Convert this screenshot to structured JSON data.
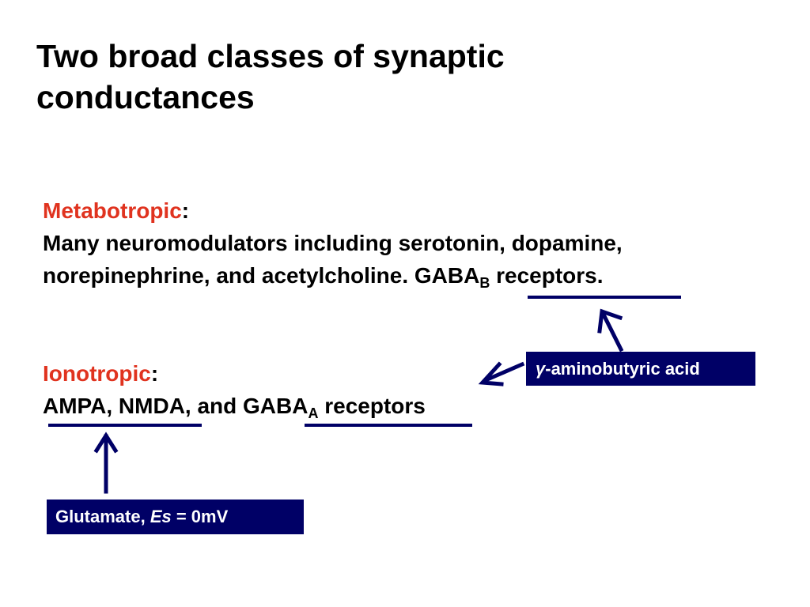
{
  "title": "Two broad classes of synaptic conductances",
  "metabotropic": {
    "heading": "Metabotropic",
    "colon": ":",
    "line1": "Many neuromodulators including serotonin, dopamine,",
    "line2_prefix": "norepinephrine, and acetylcholine. GABA",
    "line2_sub": "B",
    "line2_suffix": " receptors."
  },
  "ionotropic": {
    "heading": "Ionotropic",
    "colon": ":",
    "line_prefix": "AMPA, NMDA, and GABA",
    "line_sub": "A",
    "line_suffix": " receptors"
  },
  "callouts": {
    "gaba": {
      "symbol": "γ",
      "text": "-aminobutyric acid"
    },
    "glutamate": {
      "prefix": "Glutamate, ",
      "italic": "Es",
      "suffix": " = 0mV"
    }
  },
  "colors": {
    "heading_red": "#e0331f",
    "navy": "#000066"
  }
}
